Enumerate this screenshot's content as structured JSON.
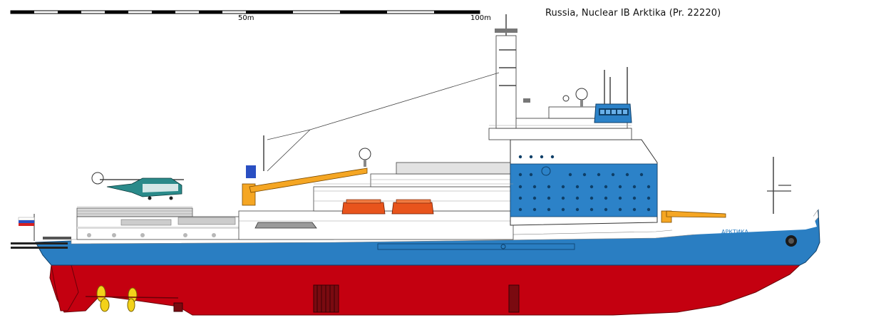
{
  "title": "Russia, Nuclear IB Arktika (Pr.  22220)",
  "scale_bar": {
    "label_mid": "50m",
    "label_end": "100m"
  },
  "hull_name": "АРКТИКА",
  "colors": {
    "hull_blue": "#2a7ec2",
    "hull_red": "#c40010",
    "superstructure_blue": "#2c82c8",
    "crane_orange": "#f5a623",
    "lifeboat_orange": "#e8541c",
    "propeller_yellow": "#f3d21a",
    "deck_grey": "#c8c8c8",
    "white": "#ffffff"
  },
  "icons": [
    "flag-russia-icon",
    "helicopter-icon",
    "radar-dome-icon",
    "propeller-icon",
    "anchor-icon"
  ]
}
